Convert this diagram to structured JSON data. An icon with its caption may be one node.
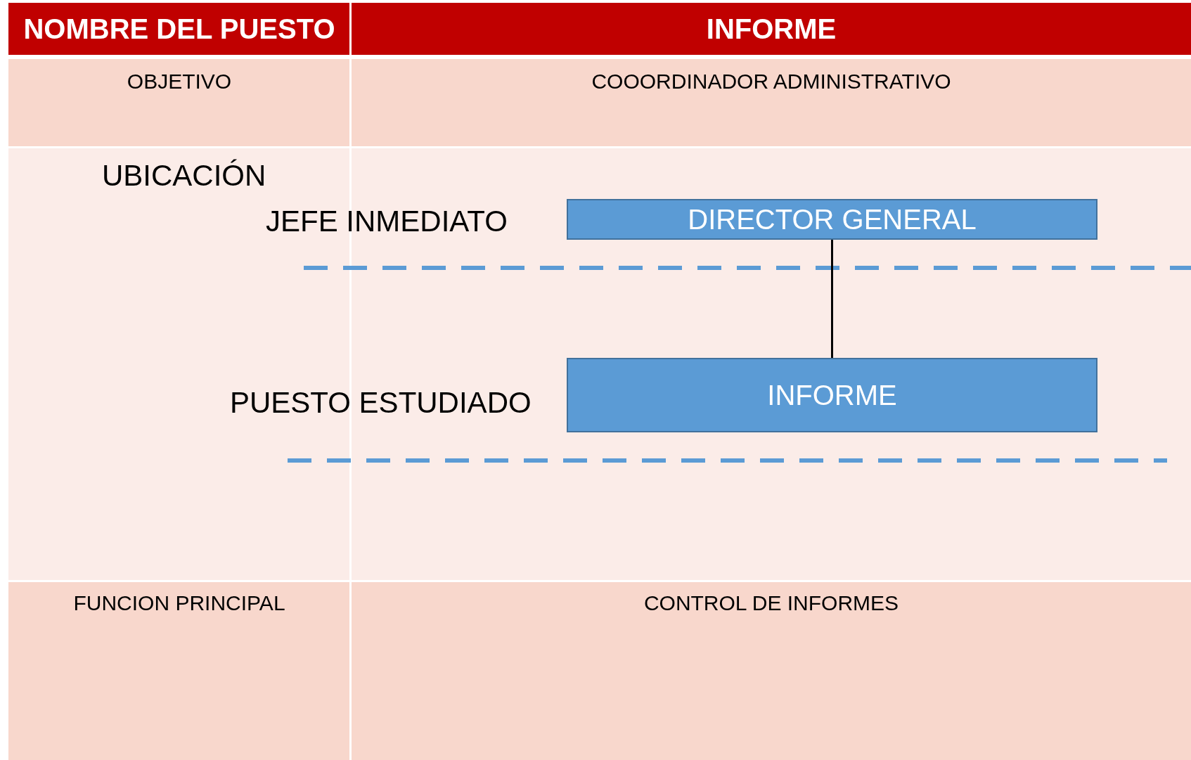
{
  "diagram": {
    "nodes": [
      {
        "text": [
          "DIRECTOR GENERAL"
        ]
      },
      {
        "text": [
          "INFORME"
        ]
      }
    ],
    "edges": [
      {
        "from": 0,
        "to": 1,
        "arrow": "none"
      }
    ],
    "labels": [
      "NOMBRE DEL PUESTO",
      "INFORME",
      "OBJETIVO",
      "COOORDINADOR ADMINISTRATIVO",
      "UBICACIÓN",
      "JEFE INMEDIATO",
      "PUESTO ESTUDIADO",
      "FUNCION PRINCIPAL",
      "CONTROL DE INFORMES"
    ]
  }
}
